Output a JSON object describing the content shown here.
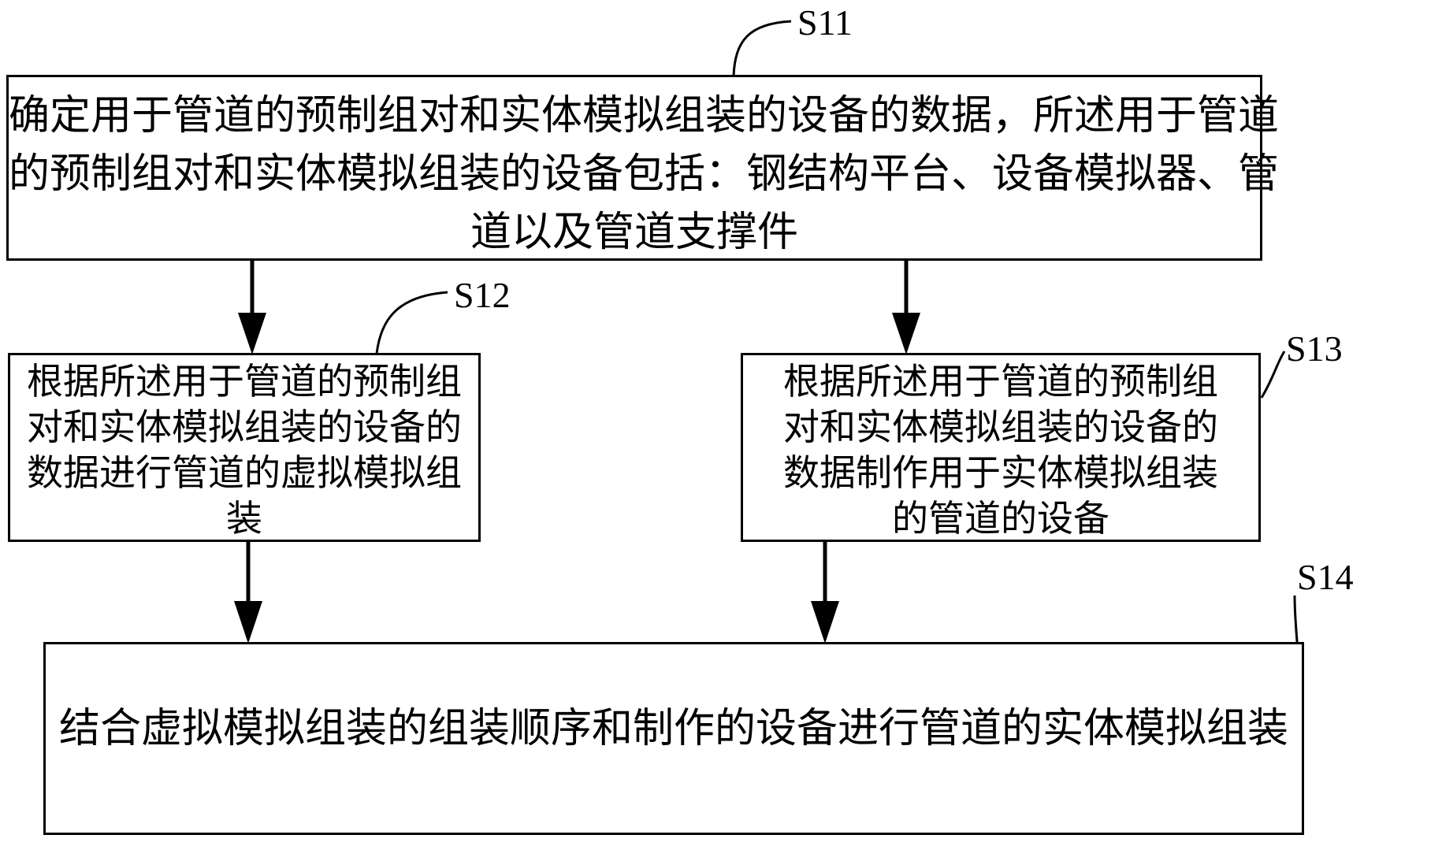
{
  "figure": {
    "background_color": "#ffffff",
    "line_color": "#000000"
  },
  "steps": [
    {
      "id": "S11",
      "label": "S11",
      "lines": [
        "确定用于管道的预制组对和实体模拟组装的设备的数据，所述用于管道",
        "的预制组对和实体模拟组装的设备包括：钢结构平台、设备模拟器、管",
        "道以及管道支撑件"
      ]
    },
    {
      "id": "S12",
      "label": "S12",
      "lines": [
        "根据所述用于管道的预制组",
        "对和实体模拟组装的设备的",
        "数据进行管道的虚拟模拟组",
        "装"
      ]
    },
    {
      "id": "S13",
      "label": "S13",
      "lines": [
        "根据所述用于管道的预制组",
        "对和实体模拟组装的设备的",
        "数据制作用于实体模拟组装",
        "的管道的设备"
      ]
    },
    {
      "id": "S14",
      "label": "S14",
      "lines": [
        "结合虚拟模拟组装的组装顺序和制作的设备进行管道的实体模拟组装"
      ]
    }
  ]
}
